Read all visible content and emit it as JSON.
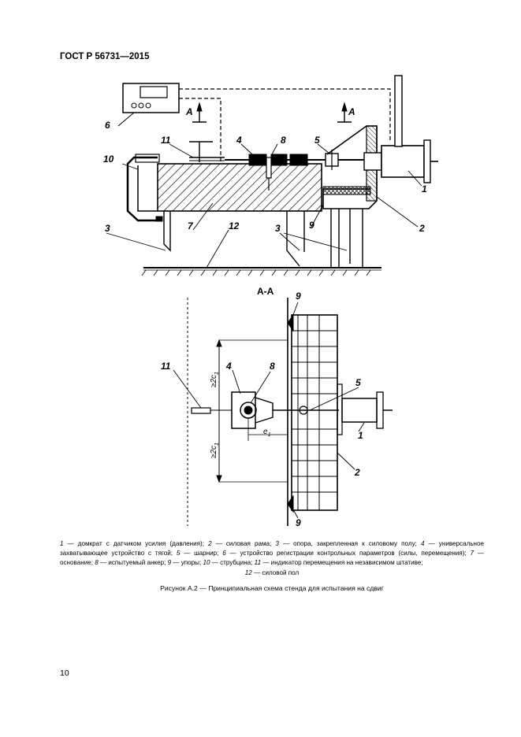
{
  "header": {
    "doc_id": "ГОСТ Р 56731—2015"
  },
  "figure": {
    "top": {
      "section_marks": [
        "А",
        "А"
      ],
      "labels": [
        "1",
        "2",
        "3",
        "3",
        "4",
        "5",
        "6",
        "7",
        "8",
        "9",
        "10",
        "11",
        "12"
      ]
    },
    "bottom": {
      "title": "А-А",
      "labels": [
        "11",
        "4",
        "8",
        "5",
        "1",
        "2",
        "9",
        "9"
      ],
      "dim_top": "≥2c",
      "dim_bottom": "≥2c",
      "dim_sub": "1",
      "dim_e": "e",
      "dim_e_sub": "1"
    }
  },
  "legend": {
    "items": [
      {
        "num": "1",
        "text": "домкрат с датчиком усилия (давления);"
      },
      {
        "num": "2",
        "text": "силовая рама;"
      },
      {
        "num": "3",
        "text": "опора, закрепленная к силовому полу;"
      },
      {
        "num": "4",
        "text": "универсальное захватывающее устройство с тягой;"
      },
      {
        "num": "5",
        "text": "шарнир;"
      },
      {
        "num": "6",
        "text": "устройство регистрации контрольных параметров (силы, перемещения);"
      },
      {
        "num": "7",
        "text": "основание;"
      },
      {
        "num": "8",
        "text": "испытуемый анкер;"
      },
      {
        "num": "9",
        "text": "упоры;"
      },
      {
        "num": "10",
        "text": "струбцина;"
      },
      {
        "num": "11",
        "text": "индикатор перемещения на независимом штативе;"
      },
      {
        "num": "12",
        "text": "силовой пол"
      }
    ],
    "dash": "—"
  },
  "caption": "Рисунок А.2 — Принципиальная схема стенда для испытания на сдвиг",
  "page_number": "10"
}
